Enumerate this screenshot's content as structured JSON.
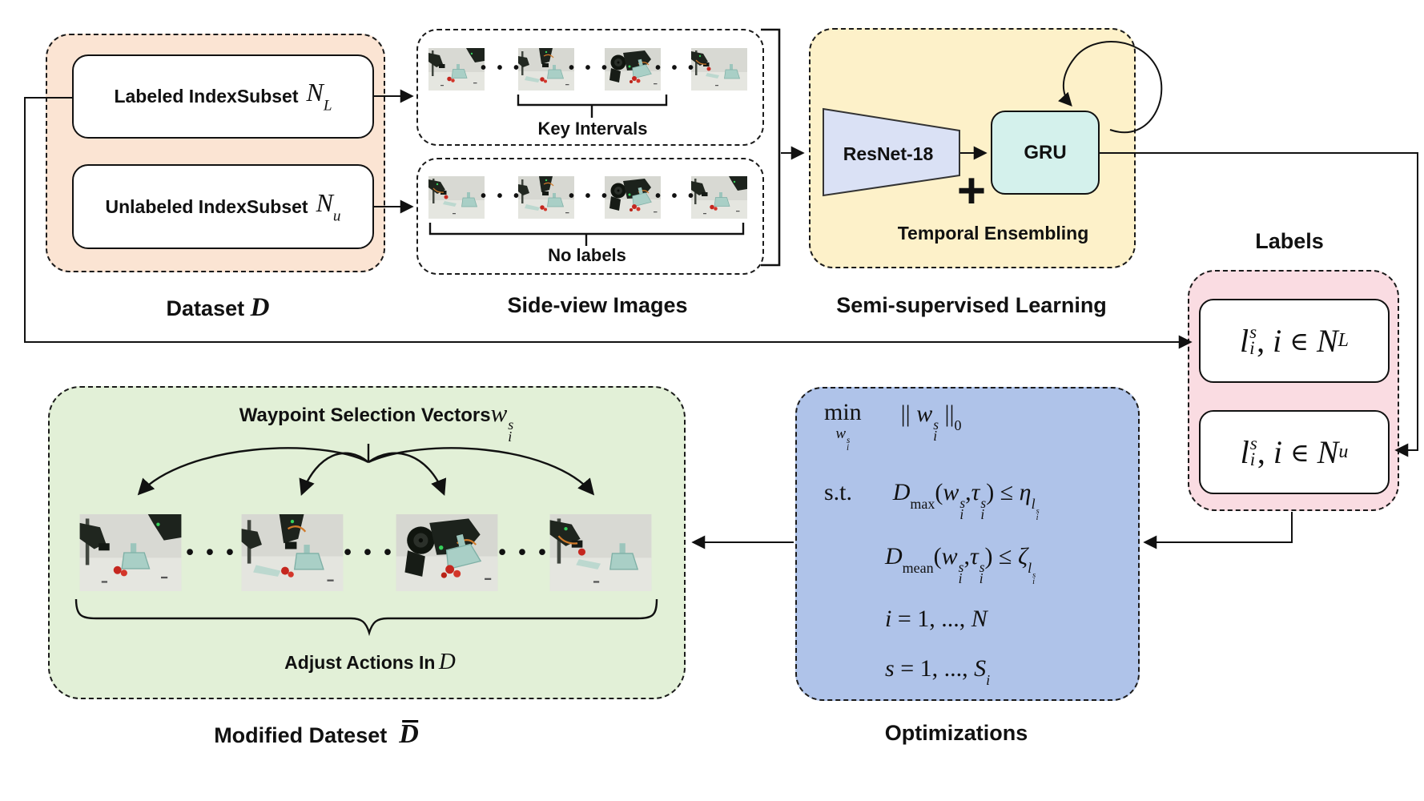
{
  "colors": {
    "peach": "#fbe4d3",
    "yellow": "#fdf1c9",
    "lavender": "#dae1f5",
    "cyan": "#d4f1ec",
    "pink": "#fadce2",
    "blue": "#afc3e9",
    "green": "#e2f0d7"
  },
  "dataset": {
    "caption": "Dataset",
    "caption_symbol": "D",
    "labeled_label": "Labeled IndexSubset",
    "labeled_symbol": "N",
    "labeled_sub": "L",
    "unlabeled_label": "Unlabeled IndexSubset",
    "unlabeled_symbol": "N",
    "unlabeled_sub": "u"
  },
  "sideview": {
    "caption": "Side-view Images",
    "key_intervals": "Key Intervals",
    "no_labels": "No labels",
    "dots": "• • •"
  },
  "ssl": {
    "caption": "Semi-supervised Learning",
    "resnet": "ResNet-18",
    "gru": "GRU",
    "plus": "+",
    "temporal": "Temporal Ensembling"
  },
  "labels_panel": {
    "caption": "Labels",
    "l": "l",
    "i": "i",
    "s": "s",
    "comma": ",",
    "element_of": "∈",
    "set_symbol": "N",
    "sub_L": "L",
    "sub_u": "u"
  },
  "optim": {
    "caption": "Optimizations",
    "min": "min",
    "st": "s.t.",
    "w": "w",
    "i": "i",
    "s": "s",
    "norm": "||",
    "zero": "0",
    "D": "D",
    "max": "max",
    "mean": "mean",
    "lparen": "(",
    "rparen": ")",
    "comma": ",",
    "tau": "τ",
    "leq": "≤",
    "eta": "η",
    "zeta": "ζ",
    "l": "l",
    "eq_i": "= 1, ..., ",
    "N": "N",
    "eq_s": "= 1, ..., ",
    "S": "S"
  },
  "modified": {
    "caption": "Modified Dateset",
    "caption_symbol": "D",
    "heading": "Waypoint Selection Vectors",
    "w": "w",
    "i": "i",
    "s": "s",
    "adjust": "Adjust Actions In",
    "adjust_symbol": "D",
    "dots": "• • •"
  }
}
